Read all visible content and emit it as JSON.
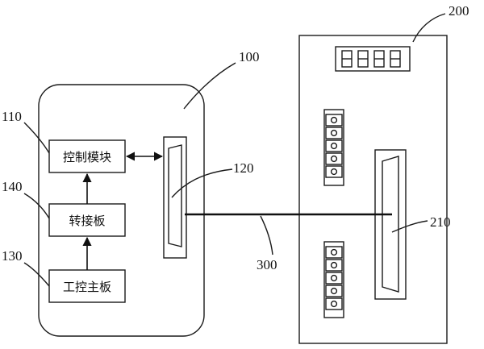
{
  "blocks": {
    "control_module": "控制模块",
    "adapter_board": "转接板",
    "industrial_mainboard": "工控主板"
  },
  "refs": {
    "r100": "100",
    "r110": "110",
    "r120": "120",
    "r130": "130",
    "r140": "140",
    "r200": "200",
    "r210": "210",
    "r300": "300"
  },
  "display_digits": 4,
  "terminal_pins_per_block": 5
}
